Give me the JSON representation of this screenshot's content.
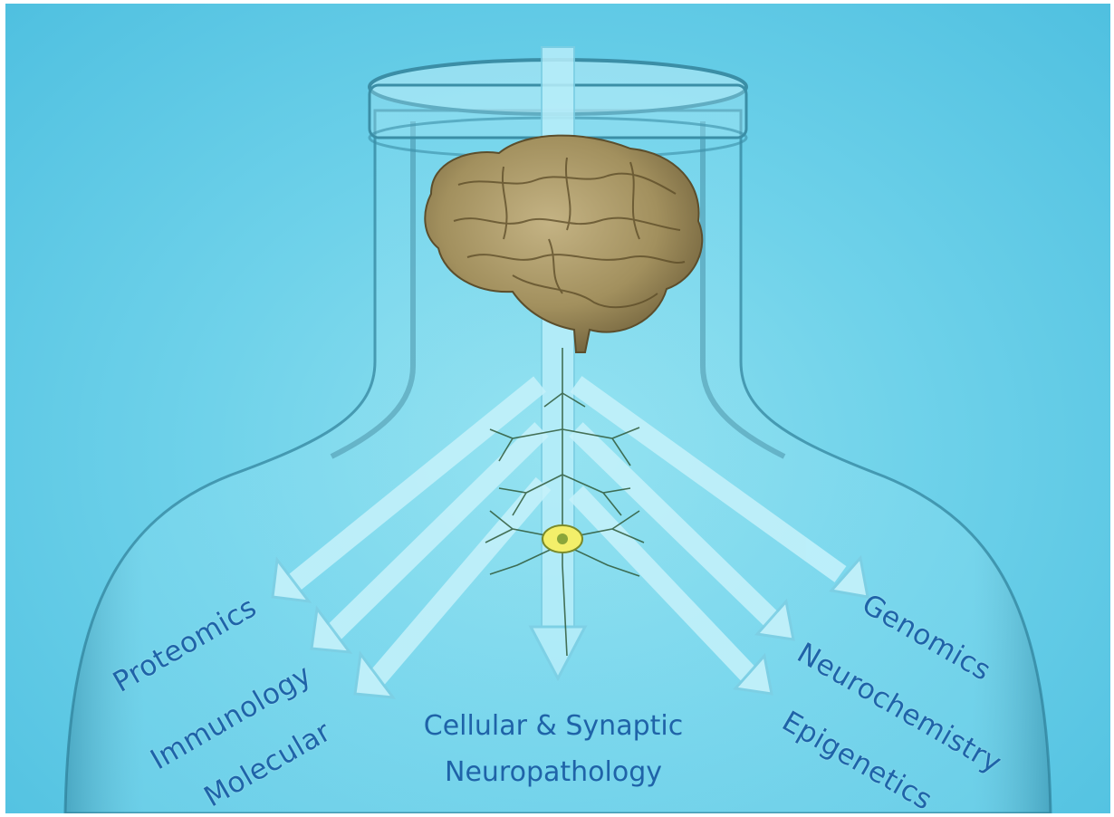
{
  "diagram": {
    "colors": {
      "background": "#6fd2ea",
      "text": "#1f63a8",
      "arrow": "#aee9f6",
      "brain": "#a89668",
      "neuron_body": "#f3ef6a"
    },
    "branches": {
      "proteomics": "Proteomics",
      "immunology": "Immunology",
      "molecular": "Molecular",
      "genomics": "Genomics",
      "neurochemistry": "Neurochemistry",
      "epigenetics": "Epigenetics"
    },
    "center": {
      "line1": "Cellular & Synaptic",
      "line2": "Neuropathology"
    },
    "icons": [
      "glass-bottle-icon",
      "brain-icon",
      "neuron-icon",
      "arrow-icon"
    ]
  }
}
